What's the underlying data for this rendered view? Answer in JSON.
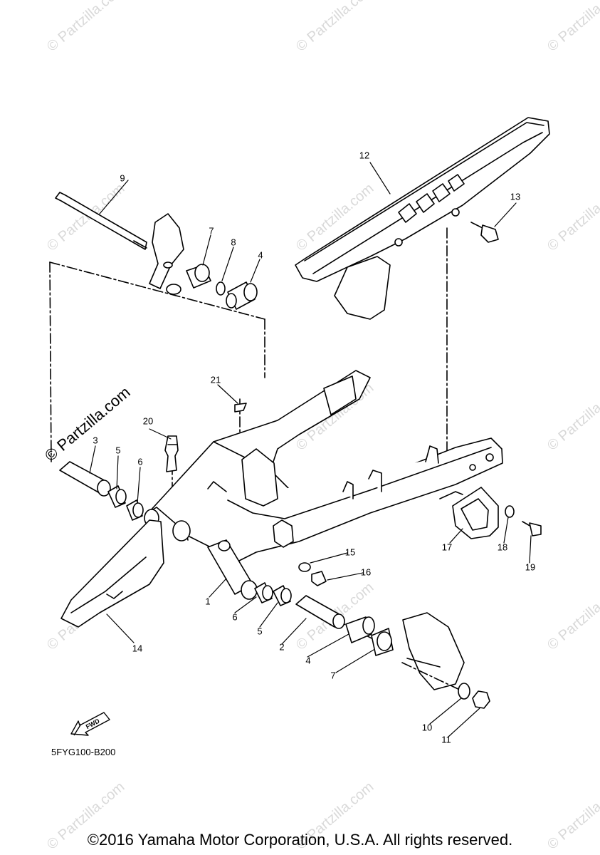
{
  "watermark": "© Partzilla.com",
  "parts": [
    {
      "num": "1"
    },
    {
      "num": "2"
    },
    {
      "num": "3"
    },
    {
      "num": "4"
    },
    {
      "num": "4"
    },
    {
      "num": "5"
    },
    {
      "num": "5"
    },
    {
      "num": "6"
    },
    {
      "num": "6"
    },
    {
      "num": "7"
    },
    {
      "num": "7"
    },
    {
      "num": "8"
    },
    {
      "num": "9"
    },
    {
      "num": "10"
    },
    {
      "num": "11"
    },
    {
      "num": "12"
    },
    {
      "num": "13"
    },
    {
      "num": "14"
    },
    {
      "num": "15"
    },
    {
      "num": "16"
    },
    {
      "num": "17"
    },
    {
      "num": "18"
    },
    {
      "num": "19"
    },
    {
      "num": "20"
    },
    {
      "num": "21"
    }
  ],
  "fwd_label": "FWD",
  "diagram_code": "5FYG100-B200",
  "copyright": "©2016 Yamaha Motor Corporation, U.S.A. All rights reserved."
}
